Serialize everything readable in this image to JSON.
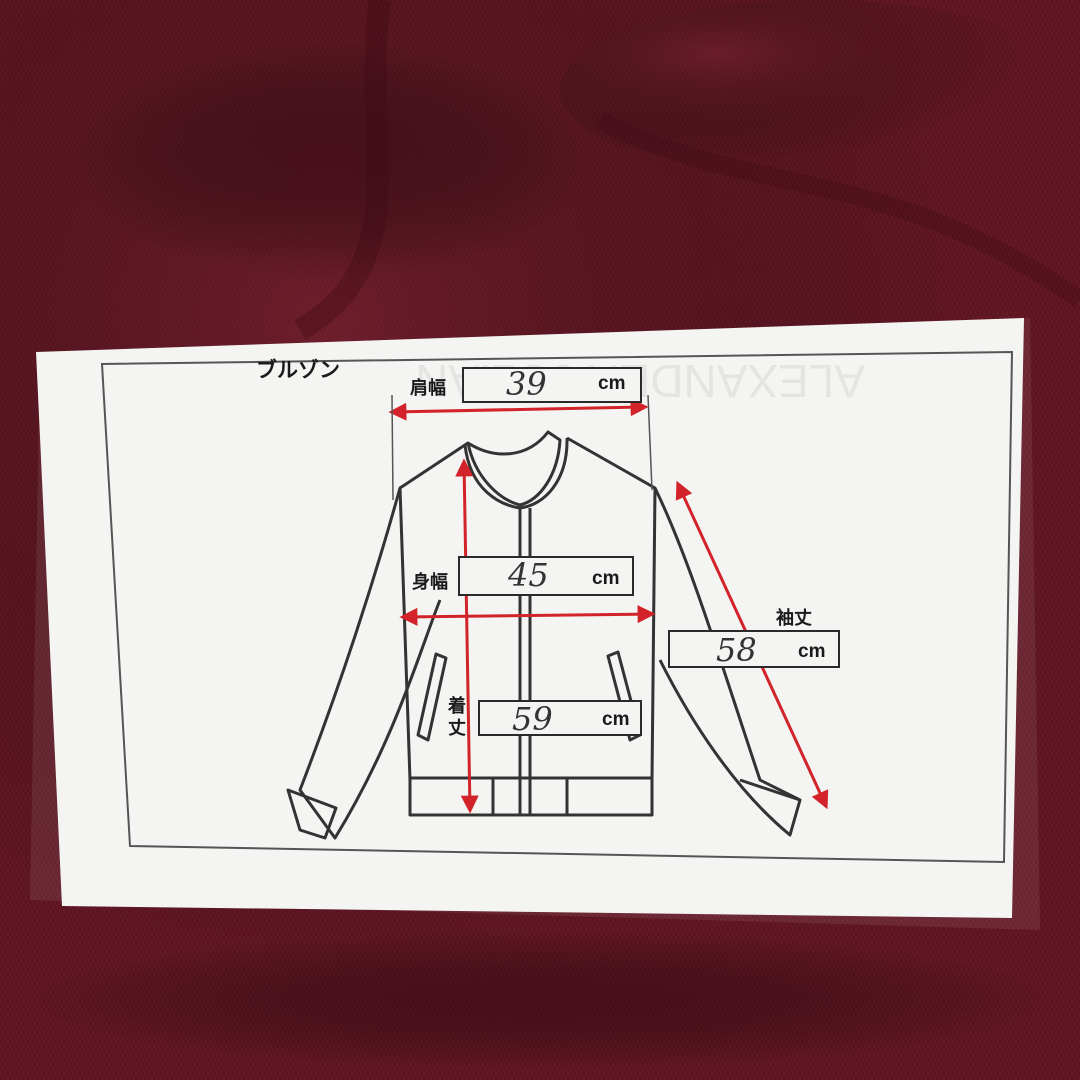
{
  "card": {
    "title": "ブルゾン",
    "shoulder": {
      "label": "肩幅",
      "value": "39",
      "unit": "cm"
    },
    "chest": {
      "label": "身幅",
      "value": "45",
      "unit": "cm"
    },
    "sleeve": {
      "label": "袖丈",
      "value": "58",
      "unit": "cm"
    },
    "length": {
      "label_top": "着",
      "label_bottom": "丈",
      "value": "59",
      "unit": "cm"
    }
  },
  "colors": {
    "fabric": "#5e1522",
    "card": "#f4f4f2",
    "arrow": "#d2232a",
    "ink": "#2a2a2a"
  },
  "icons": [
    "jacket-diagram-icon",
    "measurement-arrow-icon"
  ]
}
